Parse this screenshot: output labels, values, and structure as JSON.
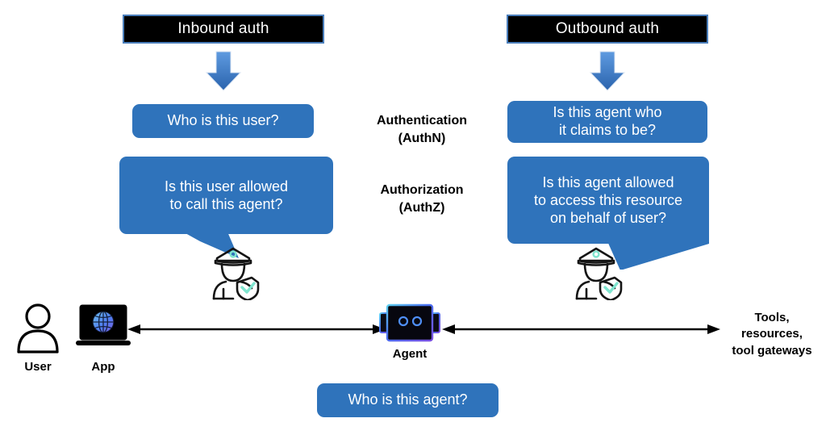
{
  "diagram": {
    "title_left": "Inbound auth",
    "title_right": "Outbound auth",
    "headers": [
      {
        "id": "inbound",
        "label": "Inbound auth"
      },
      {
        "id": "outbound",
        "label": "Outbound auth"
      }
    ],
    "center_labels": [
      {
        "id": "authn",
        "label": "Authentication\n(AuthN)"
      },
      {
        "id": "authz",
        "label": "Authorization\n(AuthZ)"
      }
    ],
    "bubbles": {
      "inbound_authn": "Who is this user?",
      "inbound_authz": "Is this user allowed\nto call this agent?",
      "outbound_authn": "Is this agent who\nit claims to be?",
      "outbound_authz": "Is this agent allowed\nto access this resource\non behalf of user?",
      "agent_identity": "Who is this agent?"
    },
    "nodes": [
      {
        "id": "user",
        "label": "User",
        "icon": "user-icon"
      },
      {
        "id": "app",
        "label": "App",
        "icon": "laptop-globe-icon"
      },
      {
        "id": "agent",
        "label": "Agent",
        "icon": "robot-icon"
      }
    ],
    "guards": [
      {
        "id": "guard-inbound",
        "icon": "security-guard-shield-icon"
      },
      {
        "id": "guard-outbound",
        "icon": "security-guard-shield-icon"
      }
    ],
    "right_label": "Tools,\nresources,\ntool gateways",
    "colors": {
      "bubble_blue": "#2f73bb",
      "banner_black": "#000000",
      "banner_border_blue": "#4a7ebb",
      "arrow_blue_light": "#4a8ede",
      "arrow_blue_dark": "#2f6ab5",
      "shield_check_teal": "#7fe5cf",
      "globe_blue": "#5b8ff0",
      "globe_purple": "#7b6ef0",
      "connector_black": "#000000",
      "text_white": "#ffffff",
      "text_black": "#000000"
    }
  }
}
